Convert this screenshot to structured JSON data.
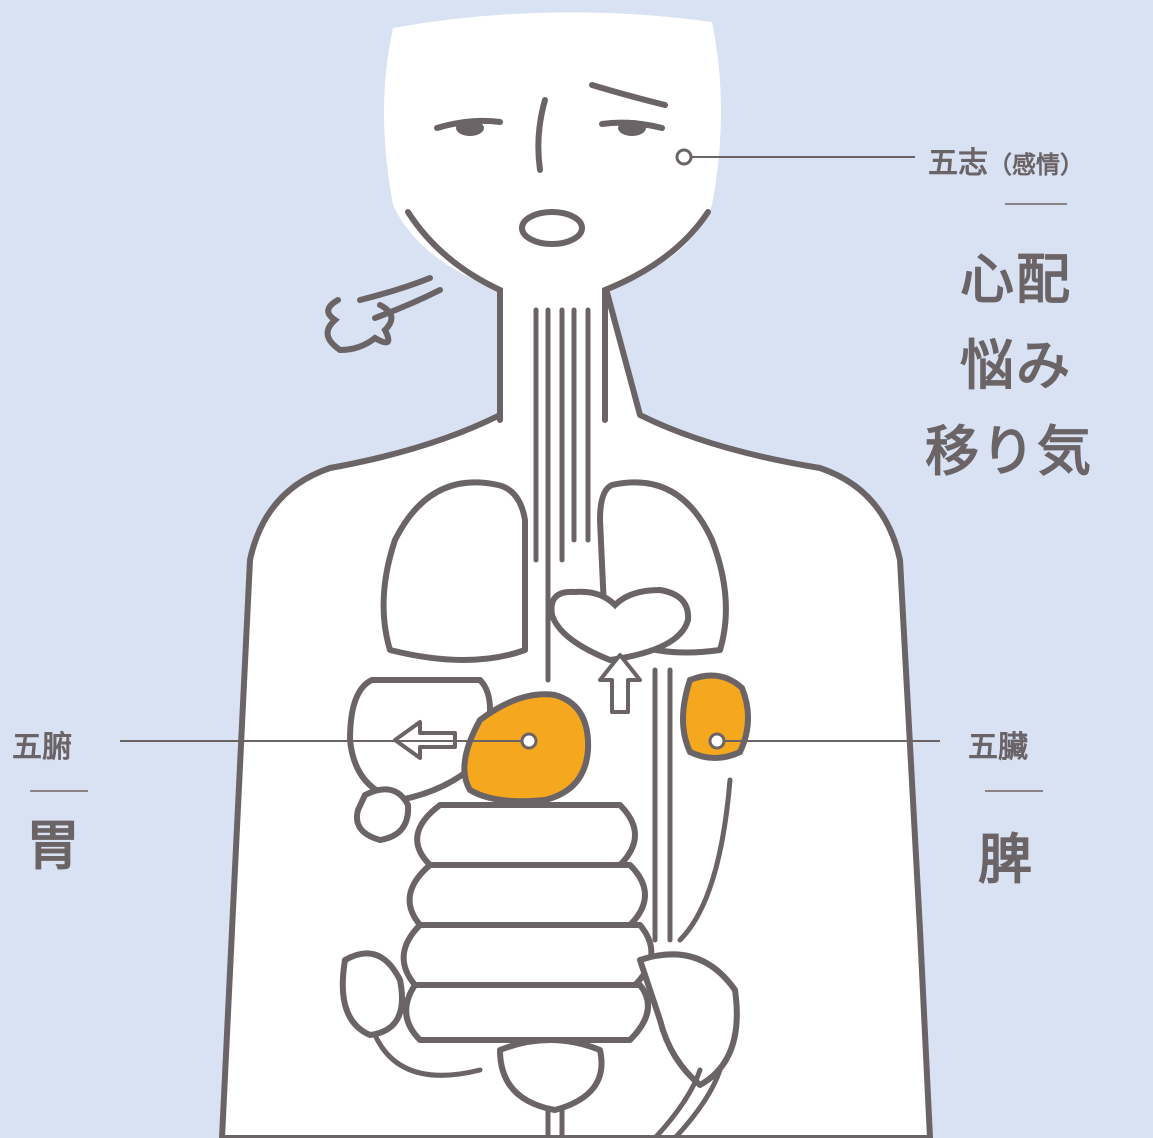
{
  "colors": {
    "background": "#d9e2f2",
    "body_fill": "#ffffff",
    "outline": "#6b6466",
    "highlight": "#f5a81e",
    "text": "#6b6466"
  },
  "emotion": {
    "heading": "五志",
    "heading_paren": "（感情）",
    "items": [
      "心配",
      "悩み",
      "移り気"
    ]
  },
  "fu_organ": {
    "heading": "五腑",
    "value": "胃"
  },
  "zang_organ": {
    "heading": "五臟",
    "value": "脾"
  }
}
